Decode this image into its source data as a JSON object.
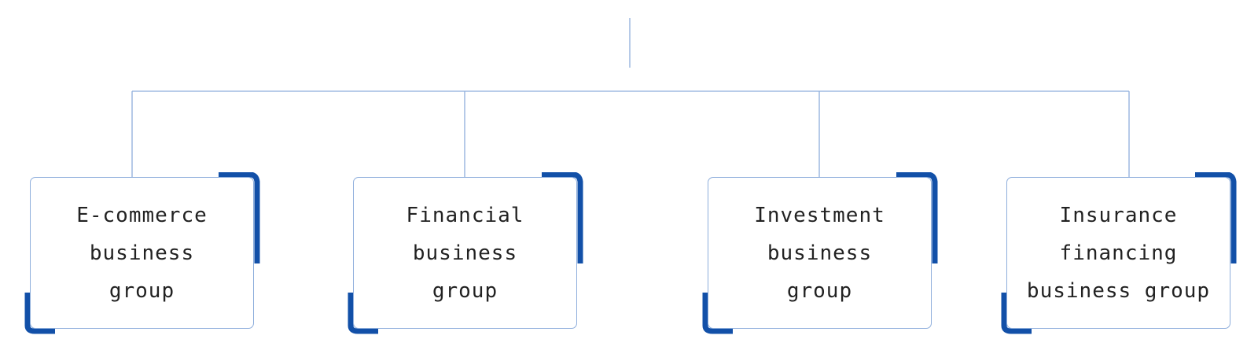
{
  "diagram": {
    "colors": {
      "connector": "#8eaedc",
      "box_border": "#8eaedc",
      "accent": "#1250a8",
      "text": "#222222",
      "background": "#ffffff"
    },
    "nodes": [
      {
        "label": "E-commerce\nbusiness\ngroup"
      },
      {
        "label": "Financial\nbusiness\ngroup"
      },
      {
        "label": "Investment\nbusiness\ngroup"
      },
      {
        "label": "Insurance\nfinancing\nbusiness group"
      }
    ]
  }
}
